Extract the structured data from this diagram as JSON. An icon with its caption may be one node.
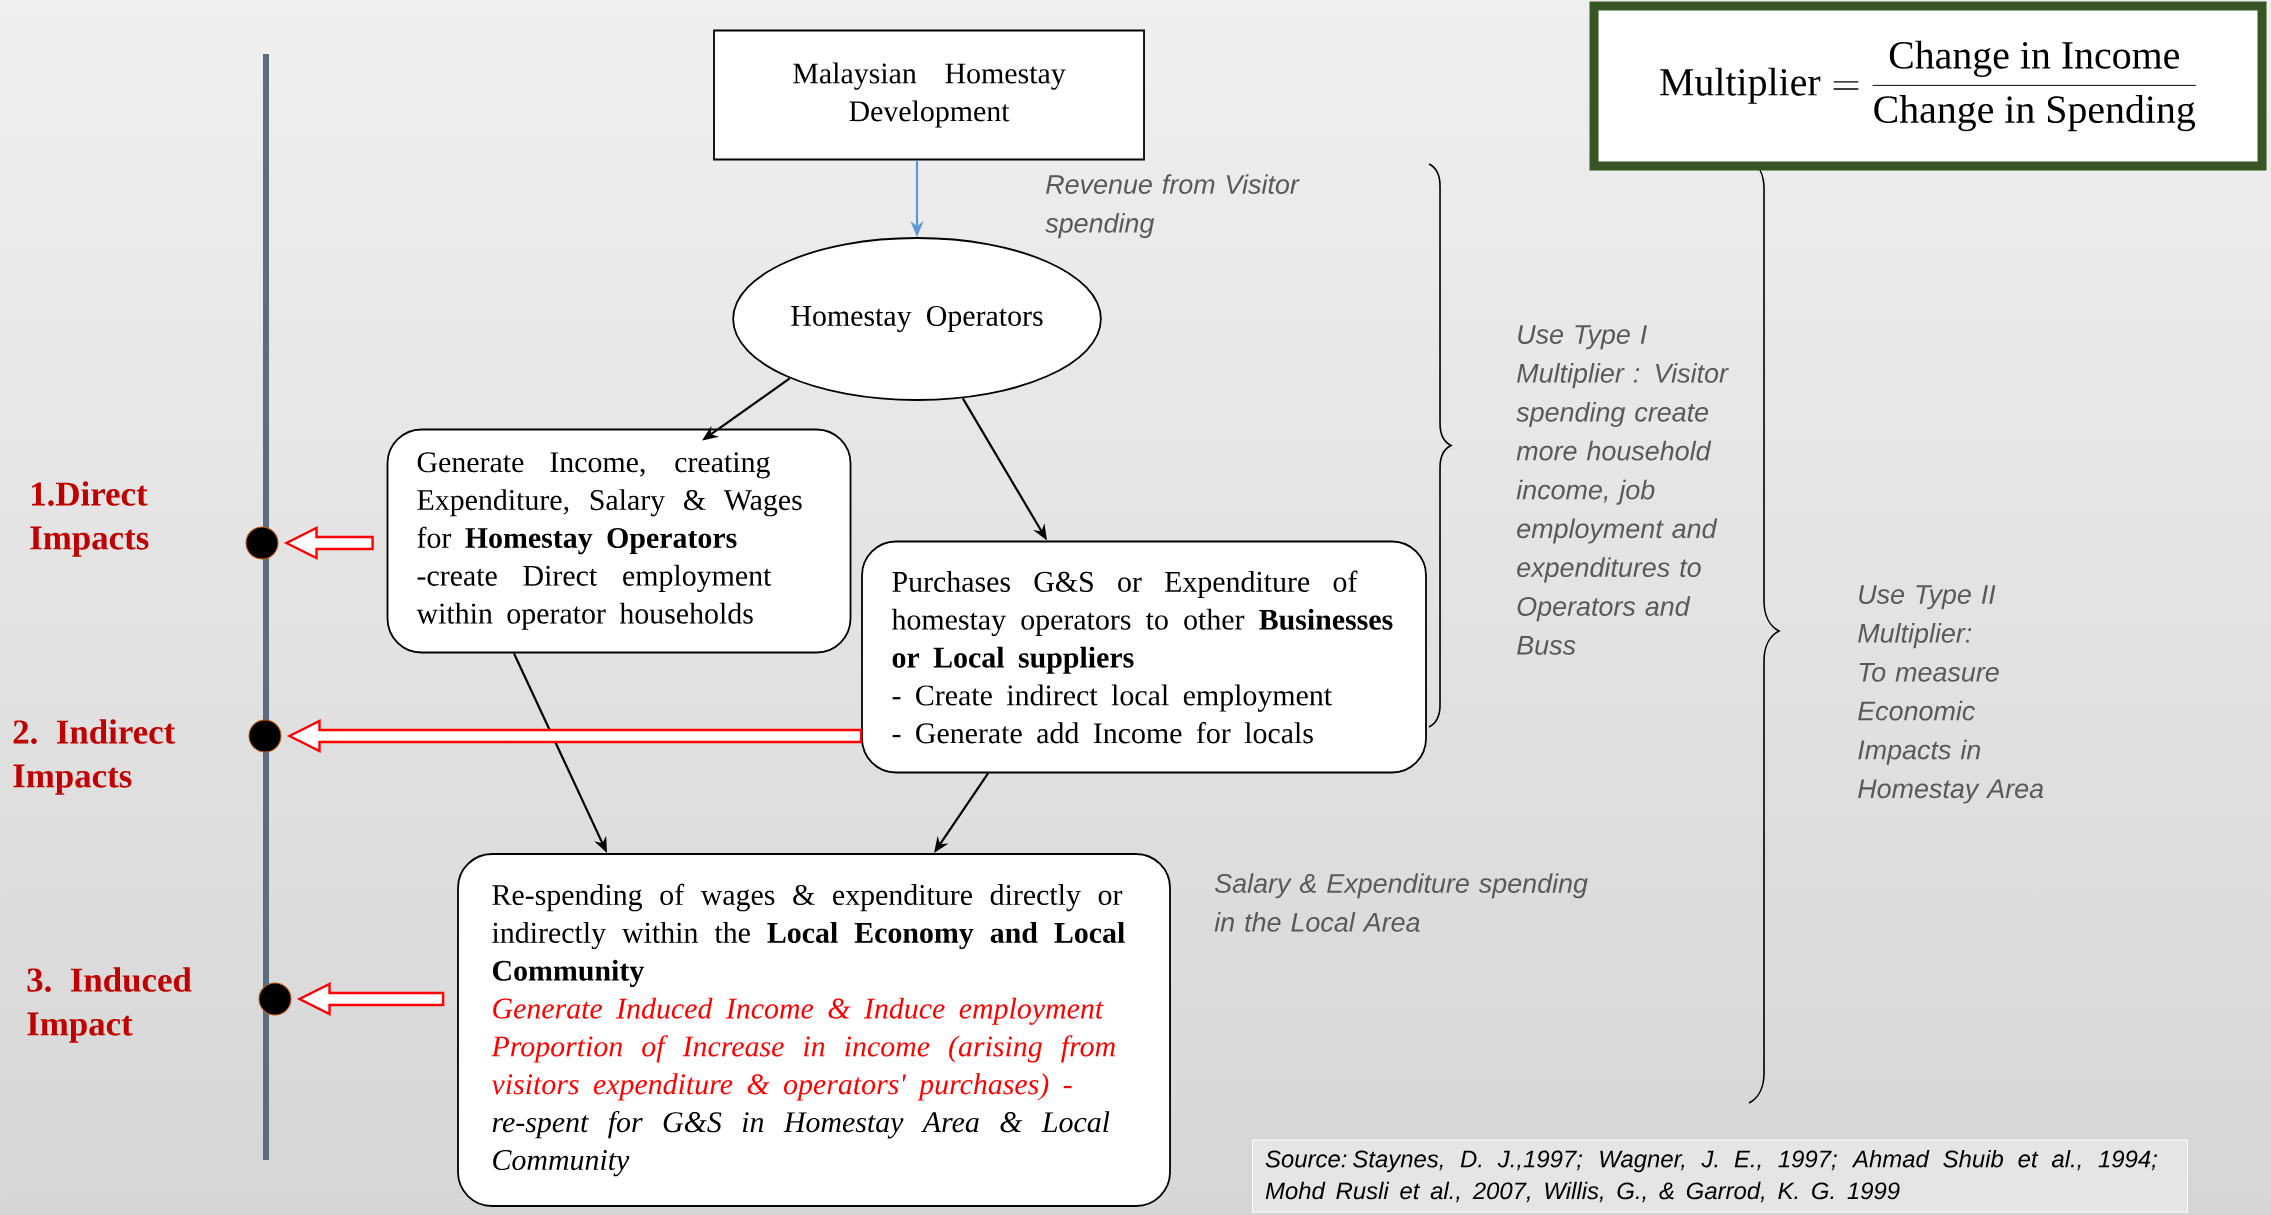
{
  "diagram": {
    "nodes": [
      {
        "text": [
          "Malaysian Homestay Development"
        ]
      },
      {
        "text": [
          "Homestay Operators"
        ]
      },
      {
        "text": [
          "Generate Income, creating Expenditure, Salary & Wages for **Homestay Operators**",
          "-create Direct employment within operator households"
        ]
      },
      {
        "text": [
          "Purchases  G&S or Expenditure of homestay operators to other **Businesses or Local suppliers**",
          "- Create indirect local employment",
          "- Generate add Income for locals"
        ]
      },
      {
        "text": [
          "Re-spending of wages & expenditure directly or indirectly within the **Local Economy and Local Community**",
          "Generate Induced Income & Induce employment",
          "Proportion of Increase in income (arising from visitors expenditure & operators' purchases) -",
          "re-spent for G&S in Homestay  Area & Local Community"
        ]
      },
      {
        "text": [],
        "shape": "circle",
        "beside": [
          "1.Direct Impacts"
        ]
      },
      {
        "text": [],
        "shape": "circle",
        "beside": [
          "2. Indirect Impacts"
        ]
      },
      {
        "text": [],
        "shape": "circle",
        "beside": [
          "3. Induced Impact"
        ]
      },
      {
        "text": [
          "\\mathrm{Multiplier} = \\frac{\\mathrm{Change\\ in\\ Income}}{\\mathrm{Change\\ in\\ Spending}}"
        ]
      },
      {
        "text": [
          "Source: Staynes, D. J.,1997; Wagner, J. E., 1997; Ahmad Shuib et al., 1994; Mohd Rusli et al., 2007, Willis, G., & Garrod, K. G. 1999"
        ]
      }
    ],
    "edges": [
      {
        "from": 0,
        "to": 1,
        "arrow": "to",
        "label": "Revenue from Visitor spending",
        "color": "#5b9bd5"
      },
      {
        "from": 1,
        "to": 2,
        "arrow": "to"
      },
      {
        "from": 1,
        "to": 3,
        "arrow": "to"
      },
      {
        "from": 2,
        "to": 4,
        "arrow": "to"
      },
      {
        "from": 3,
        "to": 4,
        "arrow": "to"
      },
      {
        "from": 2,
        "to": 5,
        "arrow": "to",
        "style": "thick",
        "color": "#ff0000"
      },
      {
        "from": 3,
        "to": 6,
        "arrow": "to",
        "style": "thick",
        "color": "#ff0000"
      },
      {
        "from": 4,
        "to": 7,
        "arrow": "to",
        "style": "thick",
        "color": "#ff0000"
      }
    ],
    "labels": [
      "Use Type I Multiplier : Visitor spending create more household income, job employment and expenditures to Operators and Buss",
      "Use Type II Multiplier: To measure Economic Impacts in Homestay Area",
      "Salary & Expenditure spending in the Local Area"
    ]
  }
}
